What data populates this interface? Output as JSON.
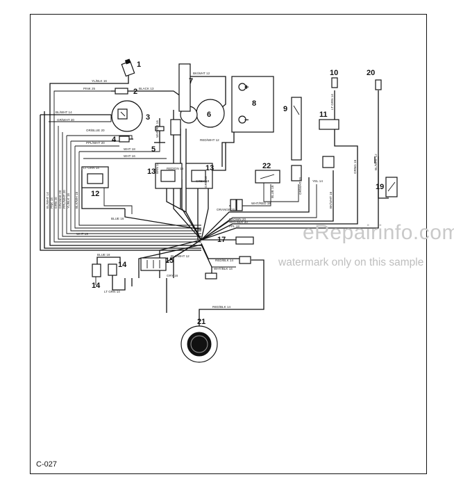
{
  "page": {
    "code": "C-027"
  },
  "watermark": {
    "brand": "eRepairinfo.com",
    "note": "watermark only on this sample"
  },
  "components": {
    "c1": "1",
    "c2": "2",
    "c3": "3",
    "c4": "4",
    "c5": "5",
    "c6": "6",
    "c7": "7",
    "c8": "8",
    "c9": "9",
    "c10": "10",
    "c11": "11",
    "c12": "12",
    "c13a": "13",
    "c13b": "13",
    "c14a": "14",
    "c14b": "14",
    "c15": "15",
    "c17": "17",
    "c19": "19",
    "c20": "20",
    "c21": "21",
    "c22": "22"
  },
  "battery": {
    "plus": "+",
    "minus": "−"
  },
  "wires": {
    "w_tl": "YL/BLK 16",
    "w_pnk": "PINK 25",
    "w_blk13": "BLACK 13",
    "w_bkwt12": "BK/WHT 12",
    "w_blwht": "BL/WHT 14",
    "w_grwht": "GR/WHT 20",
    "w_org": "OR/BLUE 20",
    "w_pl": "PPL/WHT 20",
    "w_wht18": "WHT 18",
    "w_redw": "RED/WHT 12",
    "w_wht16": "WHT 16",
    "w_lgrn": "LT GRN 14",
    "w_blue": "BLUE 16",
    "w_redwt": "RED/WHT 12",
    "w_orwh": "OR/WHT 18",
    "w_whtrd": "WHT/RED 18",
    "w_wtbk": "WHT/BLK 20",
    "w_blk16": "BLK 16",
    "w_blue18": "BLUE 18",
    "w_ltgrn14": "LT GRN 14",
    "w_bkwt15": "BLK/WHT 12",
    "w_redbk": "RED/BLK 14",
    "w_wtbk14": "WHT/BLK 14",
    "w_gry16": "GRY 16",
    "w_redbk14": "RED/BLK 14",
    "w_brwn": "BRN 14",
    "w_grn": "GRN 16",
    "w_yel": "YEL 14",
    "w_pnk2": "PNK 18",
    "w_blwt15": "BL/WHT 12",
    "w_wtrd": "WHT/RD 16",
    "w_bluw": "BLUE 16",
    "w_elbwh": "EL/WHT 14",
    "w_ppl": "PPL 18",
    "w_grn20": "GRN 20",
    "w_orng": "ORANGE 20",
    "w_ylblk": "YL/BLK 18",
    "w_brn": "BROWN 20",
    "w_wht19": "WHT 19",
    "w_bkw": "BK/WHT 16",
    "w_ltgn": "LT GRN 14",
    "w_redgn": "RED/GN 16",
    "w_grey": "GREY 18",
    "w_orn": "ORNG 16",
    "w_blw16": "BLK/WH 18"
  }
}
